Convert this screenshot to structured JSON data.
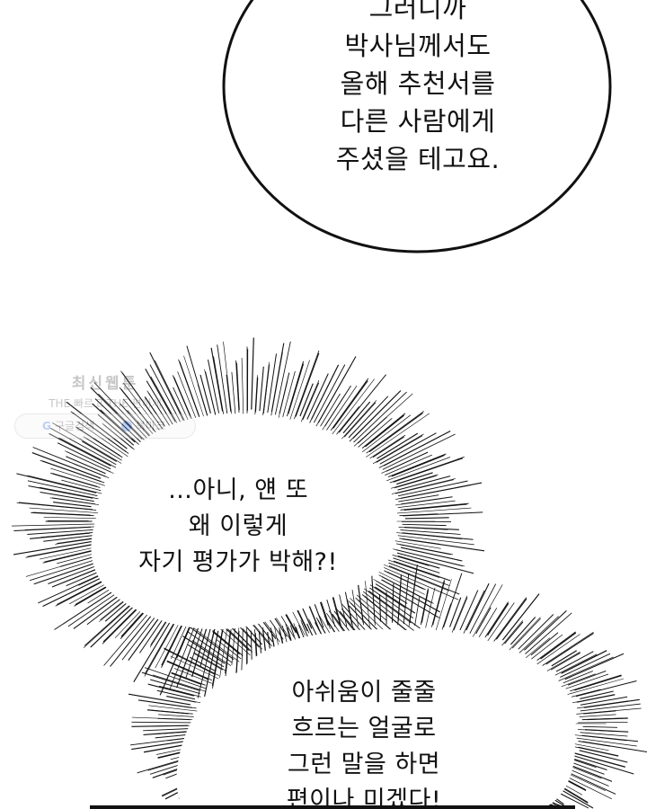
{
  "bubbles": {
    "top": {
      "lines": [
        "그러니까",
        "박사님께서도",
        "올해 추천서를",
        "다른 사람에게",
        "주셨을 테고요."
      ]
    },
    "middle": {
      "lines": [
        "…아니, 얜 또",
        "왜 이렇게",
        "자기 평가가 박해?!"
      ]
    },
    "bottom": {
      "lines": [
        "아쉬움이 줄줄",
        "흐르는 얼굴로",
        "그런 말을 하면",
        "편이나 미겠다!"
      ]
    }
  },
  "watermark": {
    "title": "최신웹툰",
    "subtitle": "THE 빠르고 THE 편하게",
    "google_mark": "G",
    "google_label": "구글검색",
    "bookmark_label": "북마크"
  },
  "colors": {
    "ink": "#111111",
    "paper": "#ffffff"
  }
}
